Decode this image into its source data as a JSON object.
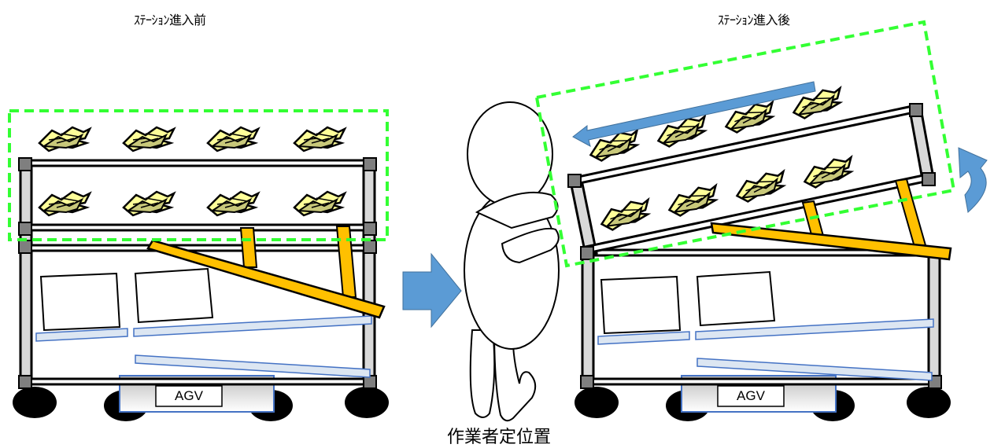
{
  "labels": {
    "before": "ｽﾃｰｼｮﾝ進入前",
    "after": "ｽﾃｰｼｮﾝ進入後",
    "worker": "作業者定位置",
    "agv": "AGV"
  },
  "colors": {
    "frame": "#000000",
    "pillar_fill": "#d9d9d9",
    "joint": "#7f7f7f",
    "strut": "#ffc000",
    "arrow": "#5b9bd5",
    "highlight_box": "#33ff33",
    "product_fill_light": "#ffff99",
    "product_fill_dark": "#c8c87a",
    "agv_gradient_top": "#c0c0c0",
    "agv_gradient_bottom": "#ffffff",
    "tray_rail": "#4472c4"
  },
  "icons": {
    "flow_arrow": "right-arrow-icon",
    "tilt_arrow": "curved-up-arrow-icon",
    "direction_arrow": "left-arrow-icon"
  }
}
